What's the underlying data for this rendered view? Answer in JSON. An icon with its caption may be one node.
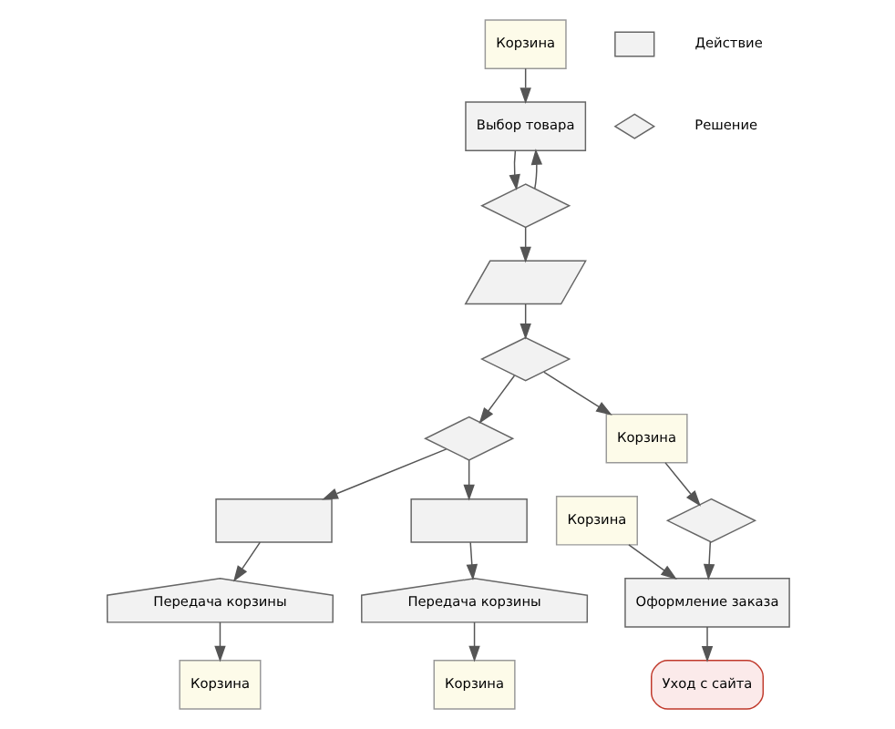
{
  "diagram": {
    "nodes": [
      {
        "text": [
          "Выбор товара"
        ]
      },
      {
        "text": [],
        "shape": "diamond"
      },
      {
        "text": [],
        "shape": "parallelogram"
      },
      {
        "text": [],
        "shape": "diamond"
      },
      {
        "text": [],
        "shape": "diamond"
      },
      {
        "text": [],
        "shape": "box"
      },
      {
        "text": [],
        "shape": "box"
      },
      {
        "text": [
          "Передача корзины"
        ]
      },
      {
        "text": [
          "Передача корзины"
        ]
      },
      {
        "text": [
          "Корзина"
        ]
      },
      {
        "text": [
          "Корзина"
        ]
      },
      {
        "text": [
          "Корзина"
        ]
      },
      {
        "text": [
          "Корзина"
        ]
      },
      {
        "text": [],
        "shape": "diamond"
      },
      {
        "text": [
          "Оформление заказа"
        ]
      },
      {
        "text": [
          "Уход с сайта"
        ]
      },
      {
        "text": [
          "Корзина"
        ]
      }
    ],
    "edges": [
      {
        "from": 0,
        "to": 1,
        "arrow": "to"
      },
      {
        "from": 1,
        "to": 0,
        "arrow": "to"
      },
      {
        "from": 1,
        "to": 2,
        "arrow": "to"
      },
      {
        "from": 2,
        "to": 3,
        "arrow": "to"
      },
      {
        "from": 3,
        "to": 4,
        "arrow": "to"
      },
      {
        "from": 3,
        "to": 11,
        "arrow": "to"
      },
      {
        "from": 4,
        "to": 5,
        "arrow": "to"
      },
      {
        "from": 4,
        "to": 6,
        "arrow": "to"
      },
      {
        "from": 5,
        "to": 7,
        "arrow": "to"
      },
      {
        "from": 6,
        "to": 8,
        "arrow": "to"
      },
      {
        "from": 7,
        "to": 9,
        "arrow": "to"
      },
      {
        "from": 8,
        "to": 10,
        "arrow": "to"
      },
      {
        "from": 11,
        "to": 13,
        "arrow": "to"
      },
      {
        "from": 12,
        "to": 14,
        "arrow": "to"
      },
      {
        "from": 13,
        "to": 14,
        "arrow": "to"
      },
      {
        "from": 14,
        "to": 15,
        "arrow": "to"
      },
      {
        "from": 16,
        "to": 0,
        "arrow": "to"
      }
    ],
    "legend": [
      {
        "text": "Действие"
      },
      {
        "text": "Решение"
      }
    ]
  }
}
